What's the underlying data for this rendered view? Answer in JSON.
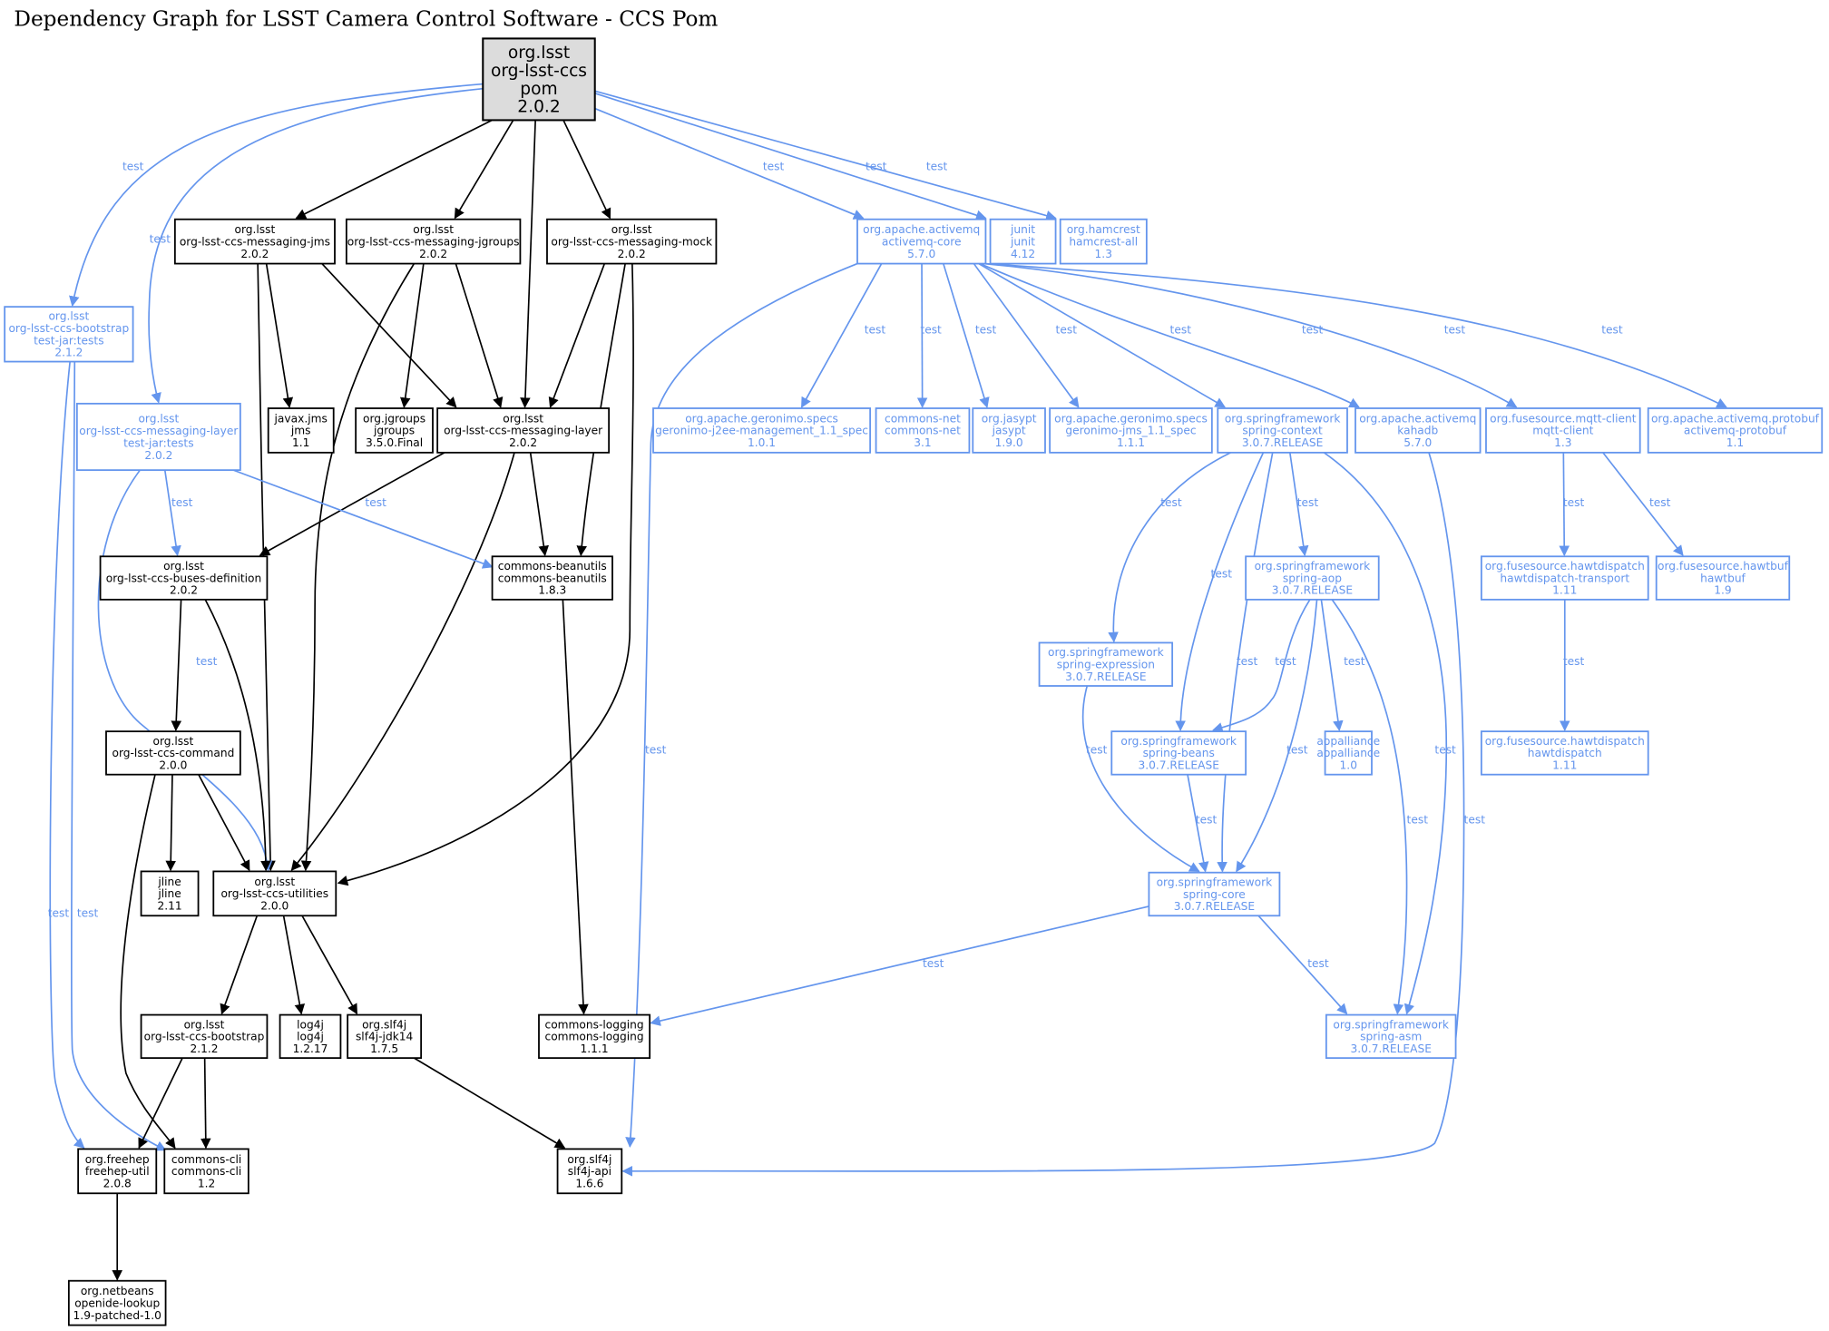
{
  "title": "Dependency Graph for LSST Camera Control Software - CCS Pom",
  "colors": {
    "compile": "#000000",
    "test": "#6495ed",
    "root_fill": "#dcdcdc"
  },
  "nodes": [
    {
      "id": "root",
      "lines": [
        "org.lsst",
        "org-lsst-ccs",
        "pom",
        "2.0.2"
      ],
      "scope": "root"
    },
    {
      "id": "jms",
      "lines": [
        "org.lsst",
        "org-lsst-ccs-messaging-jms",
        "2.0.2"
      ],
      "scope": "compile"
    },
    {
      "id": "jgroups",
      "lines": [
        "org.lsst",
        "org-lsst-ccs-messaging-jgroups",
        "2.0.2"
      ],
      "scope": "compile"
    },
    {
      "id": "mock",
      "lines": [
        "org.lsst",
        "org-lsst-ccs-messaging-mock",
        "2.0.2"
      ],
      "scope": "compile"
    },
    {
      "id": "amqcore",
      "lines": [
        "org.apache.activemq",
        "activemq-core",
        "5.7.0"
      ],
      "scope": "test"
    },
    {
      "id": "junit",
      "lines": [
        "junit",
        "junit",
        "4.12"
      ],
      "scope": "test"
    },
    {
      "id": "hamcrest",
      "lines": [
        "org.hamcrest",
        "hamcrest-all",
        "1.3"
      ],
      "scope": "test"
    },
    {
      "id": "bootstrap_tests",
      "lines": [
        "org.lsst",
        "org-lsst-ccs-bootstrap",
        "test-jar:tests",
        "2.1.2"
      ],
      "scope": "test"
    },
    {
      "id": "msglayer_tests",
      "lines": [
        "org.lsst",
        "org-lsst-ccs-messaging-layer",
        "test-jar:tests",
        "2.0.2"
      ],
      "scope": "test"
    },
    {
      "id": "javaxjms",
      "lines": [
        "javax.jms",
        "jms",
        "1.1"
      ],
      "scope": "compile"
    },
    {
      "id": "jgroupslib",
      "lines": [
        "org.jgroups",
        "jgroups",
        "3.5.0.Final"
      ],
      "scope": "compile"
    },
    {
      "id": "msglayer",
      "lines": [
        "org.lsst",
        "org-lsst-ccs-messaging-layer",
        "2.0.2"
      ],
      "scope": "compile"
    },
    {
      "id": "geronimo_j2ee",
      "lines": [
        "org.apache.geronimo.specs",
        "geronimo-j2ee-management_1.1_spec",
        "1.0.1"
      ],
      "scope": "test"
    },
    {
      "id": "commonsnet",
      "lines": [
        "commons-net",
        "commons-net",
        "3.1"
      ],
      "scope": "test"
    },
    {
      "id": "jasypt",
      "lines": [
        "org.jasypt",
        "jasypt",
        "1.9.0"
      ],
      "scope": "test"
    },
    {
      "id": "geronimo_jms",
      "lines": [
        "org.apache.geronimo.specs",
        "geronimo-jms_1.1_spec",
        "1.1.1"
      ],
      "scope": "test"
    },
    {
      "id": "spring_context",
      "lines": [
        "org.springframework",
        "spring-context",
        "3.0.7.RELEASE"
      ],
      "scope": "test"
    },
    {
      "id": "kahadb",
      "lines": [
        "org.apache.activemq",
        "kahadb",
        "5.7.0"
      ],
      "scope": "test"
    },
    {
      "id": "mqtt",
      "lines": [
        "org.fusesource.mqtt-client",
        "mqtt-client",
        "1.3"
      ],
      "scope": "test"
    },
    {
      "id": "protobuf",
      "lines": [
        "org.apache.activemq.protobuf",
        "activemq-protobuf",
        "1.1"
      ],
      "scope": "test"
    },
    {
      "id": "buses",
      "lines": [
        "org.lsst",
        "org-lsst-ccs-buses-definition",
        "2.0.2"
      ],
      "scope": "compile"
    },
    {
      "id": "beanutils",
      "lines": [
        "commons-beanutils",
        "commons-beanutils",
        "1.8.3"
      ],
      "scope": "compile"
    },
    {
      "id": "spring_aop",
      "lines": [
        "org.springframework",
        "spring-aop",
        "3.0.7.RELEASE"
      ],
      "scope": "test"
    },
    {
      "id": "hawt_transport",
      "lines": [
        "org.fusesource.hawtdispatch",
        "hawtdispatch-transport",
        "1.11"
      ],
      "scope": "test"
    },
    {
      "id": "hawtbuf",
      "lines": [
        "org.fusesource.hawtbuf",
        "hawtbuf",
        "1.9"
      ],
      "scope": "test"
    },
    {
      "id": "spring_expression",
      "lines": [
        "org.springframework",
        "spring-expression",
        "3.0.7.RELEASE"
      ],
      "scope": "test"
    },
    {
      "id": "command",
      "lines": [
        "org.lsst",
        "org-lsst-ccs-command",
        "2.0.0"
      ],
      "scope": "compile"
    },
    {
      "id": "spring_beans",
      "lines": [
        "org.springframework",
        "spring-beans",
        "3.0.7.RELEASE"
      ],
      "scope": "test"
    },
    {
      "id": "aopalliance",
      "lines": [
        "aopalliance",
        "aopalliance",
        "1.0"
      ],
      "scope": "test"
    },
    {
      "id": "hawtdispatch",
      "lines": [
        "org.fusesource.hawtdispatch",
        "hawtdispatch",
        "1.11"
      ],
      "scope": "test"
    },
    {
      "id": "jline",
      "lines": [
        "jline",
        "jline",
        "2.11"
      ],
      "scope": "compile"
    },
    {
      "id": "utilities",
      "lines": [
        "org.lsst",
        "org-lsst-ccs-utilities",
        "2.0.0"
      ],
      "scope": "compile"
    },
    {
      "id": "spring_core",
      "lines": [
        "org.springframework",
        "spring-core",
        "3.0.7.RELEASE"
      ],
      "scope": "test"
    },
    {
      "id": "bootstrap",
      "lines": [
        "org.lsst",
        "org-lsst-ccs-bootstrap",
        "2.1.2"
      ],
      "scope": "compile"
    },
    {
      "id": "log4j",
      "lines": [
        "log4j",
        "log4j",
        "1.2.17"
      ],
      "scope": "compile"
    },
    {
      "id": "slf4j_jdk14",
      "lines": [
        "org.slf4j",
        "slf4j-jdk14",
        "1.7.5"
      ],
      "scope": "compile"
    },
    {
      "id": "commons_logging",
      "lines": [
        "commons-logging",
        "commons-logging",
        "1.1.1"
      ],
      "scope": "compile"
    },
    {
      "id": "spring_asm",
      "lines": [
        "org.springframework",
        "spring-asm",
        "3.0.7.RELEASE"
      ],
      "scope": "test"
    },
    {
      "id": "freehep",
      "lines": [
        "org.freehep",
        "freehep-util",
        "2.0.8"
      ],
      "scope": "compile"
    },
    {
      "id": "commons_cli",
      "lines": [
        "commons-cli",
        "commons-cli",
        "1.2"
      ],
      "scope": "compile"
    },
    {
      "id": "slf4j_api",
      "lines": [
        "org.slf4j",
        "slf4j-api",
        "1.6.6"
      ],
      "scope": "compile"
    },
    {
      "id": "openide",
      "lines": [
        "org.netbeans",
        "openide-lookup",
        "1.9-patched-1.0"
      ],
      "scope": "compile"
    }
  ],
  "edges": [
    {
      "from": "root",
      "to": "jms",
      "scope": "compile",
      "label": ""
    },
    {
      "from": "root",
      "to": "jgroups",
      "scope": "compile",
      "label": ""
    },
    {
      "from": "root",
      "to": "mock",
      "scope": "compile",
      "label": ""
    },
    {
      "from": "root",
      "to": "msglayer",
      "scope": "compile",
      "label": ""
    },
    {
      "from": "root",
      "to": "amqcore",
      "scope": "test",
      "label": "test"
    },
    {
      "from": "root",
      "to": "junit",
      "scope": "test",
      "label": "test"
    },
    {
      "from": "root",
      "to": "hamcrest",
      "scope": "test",
      "label": "test"
    },
    {
      "from": "root",
      "to": "bootstrap_tests",
      "scope": "test",
      "label": "test"
    },
    {
      "from": "root",
      "to": "msglayer_tests",
      "scope": "test",
      "label": "test"
    },
    {
      "from": "jms",
      "to": "javaxjms",
      "scope": "compile",
      "label": ""
    },
    {
      "from": "jms",
      "to": "msglayer",
      "scope": "compile",
      "label": ""
    },
    {
      "from": "jms",
      "to": "utilities",
      "scope": "compile",
      "label": ""
    },
    {
      "from": "jgroups",
      "to": "jgroupslib",
      "scope": "compile",
      "label": ""
    },
    {
      "from": "jgroups",
      "to": "msglayer",
      "scope": "compile",
      "label": ""
    },
    {
      "from": "jgroups",
      "to": "utilities",
      "scope": "compile",
      "label": ""
    },
    {
      "from": "mock",
      "to": "msglayer",
      "scope": "compile",
      "label": ""
    },
    {
      "from": "mock",
      "to": "beanutils",
      "scope": "compile",
      "label": ""
    },
    {
      "from": "mock",
      "to": "utilities",
      "scope": "compile",
      "label": ""
    },
    {
      "from": "msglayer",
      "to": "buses",
      "scope": "compile",
      "label": ""
    },
    {
      "from": "msglayer",
      "to": "beanutils",
      "scope": "compile",
      "label": ""
    },
    {
      "from": "msglayer",
      "to": "utilities",
      "scope": "compile",
      "label": ""
    },
    {
      "from": "msglayer_tests",
      "to": "buses",
      "scope": "test",
      "label": "test"
    },
    {
      "from": "msglayer_tests",
      "to": "beanutils",
      "scope": "test",
      "label": "test"
    },
    {
      "from": "msglayer_tests",
      "to": "utilities",
      "scope": "test",
      "label": "test"
    },
    {
      "from": "bootstrap_tests",
      "to": "freehep",
      "scope": "test",
      "label": "test"
    },
    {
      "from": "bootstrap_tests",
      "to": "commons_cli",
      "scope": "test",
      "label": "test"
    },
    {
      "from": "buses",
      "to": "command",
      "scope": "compile",
      "label": ""
    },
    {
      "from": "buses",
      "to": "utilities",
      "scope": "compile",
      "label": ""
    },
    {
      "from": "command",
      "to": "jline",
      "scope": "compile",
      "label": ""
    },
    {
      "from": "command",
      "to": "utilities",
      "scope": "compile",
      "label": ""
    },
    {
      "from": "command",
      "to": "commons_cli",
      "scope": "compile",
      "label": ""
    },
    {
      "from": "beanutils",
      "to": "commons_logging",
      "scope": "compile",
      "label": ""
    },
    {
      "from": "utilities",
      "to": "bootstrap",
      "scope": "compile",
      "label": ""
    },
    {
      "from": "utilities",
      "to": "log4j",
      "scope": "compile",
      "label": ""
    },
    {
      "from": "utilities",
      "to": "slf4j_jdk14",
      "scope": "compile",
      "label": ""
    },
    {
      "from": "bootstrap",
      "to": "freehep",
      "scope": "compile",
      "label": ""
    },
    {
      "from": "bootstrap",
      "to": "commons_cli",
      "scope": "compile",
      "label": ""
    },
    {
      "from": "slf4j_jdk14",
      "to": "slf4j_api",
      "scope": "compile",
      "label": ""
    },
    {
      "from": "freehep",
      "to": "openide",
      "scope": "compile",
      "label": ""
    },
    {
      "from": "amqcore",
      "to": "geronimo_j2ee",
      "scope": "test",
      "label": "test"
    },
    {
      "from": "amqcore",
      "to": "commonsnet",
      "scope": "test",
      "label": "test"
    },
    {
      "from": "amqcore",
      "to": "jasypt",
      "scope": "test",
      "label": "test"
    },
    {
      "from": "amqcore",
      "to": "geronimo_jms",
      "scope": "test",
      "label": "test"
    },
    {
      "from": "amqcore",
      "to": "spring_context",
      "scope": "test",
      "label": "test"
    },
    {
      "from": "amqcore",
      "to": "kahadb",
      "scope": "test",
      "label": "test"
    },
    {
      "from": "amqcore",
      "to": "mqtt",
      "scope": "test",
      "label": "test"
    },
    {
      "from": "amqcore",
      "to": "protobuf",
      "scope": "test",
      "label": "test"
    },
    {
      "from": "amqcore",
      "to": "slf4j_api",
      "scope": "test",
      "label": "test"
    },
    {
      "from": "spring_context",
      "to": "spring_expression",
      "scope": "test",
      "label": "test"
    },
    {
      "from": "spring_context",
      "to": "spring_beans",
      "scope": "test",
      "label": "test"
    },
    {
      "from": "spring_context",
      "to": "spring_core",
      "scope": "test",
      "label": "test"
    },
    {
      "from": "spring_context",
      "to": "spring_aop",
      "scope": "test",
      "label": "test"
    },
    {
      "from": "spring_context",
      "to": "spring_asm",
      "scope": "test",
      "label": "test"
    },
    {
      "from": "spring_aop",
      "to": "spring_beans",
      "scope": "test",
      "label": "test"
    },
    {
      "from": "spring_aop",
      "to": "aopalliance",
      "scope": "test",
      "label": "test"
    },
    {
      "from": "spring_aop",
      "to": "spring_core",
      "scope": "test",
      "label": "test"
    },
    {
      "from": "spring_aop",
      "to": "spring_asm",
      "scope": "test",
      "label": "test"
    },
    {
      "from": "spring_expression",
      "to": "spring_core",
      "scope": "test",
      "label": "test"
    },
    {
      "from": "spring_beans",
      "to": "spring_core",
      "scope": "test",
      "label": "test"
    },
    {
      "from": "spring_core",
      "to": "commons_logging",
      "scope": "test",
      "label": "test"
    },
    {
      "from": "spring_core",
      "to": "spring_asm",
      "scope": "test",
      "label": "test"
    },
    {
      "from": "kahadb",
      "to": "slf4j_api",
      "scope": "test",
      "label": "test"
    },
    {
      "from": "mqtt",
      "to": "hawt_transport",
      "scope": "test",
      "label": "test"
    },
    {
      "from": "mqtt",
      "to": "hawtbuf",
      "scope": "test",
      "label": "test"
    },
    {
      "from": "hawt_transport",
      "to": "hawtdispatch",
      "scope": "test",
      "label": "test"
    }
  ]
}
